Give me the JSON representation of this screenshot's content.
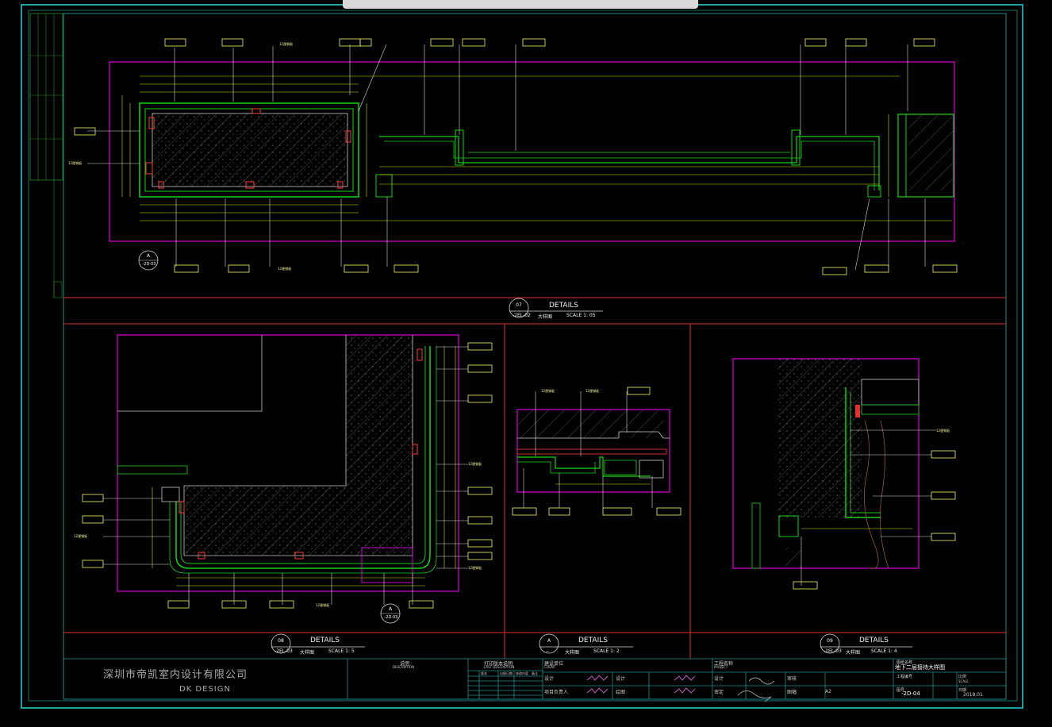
{
  "drawing": {
    "company_name": "深圳市帝凯室内设计有限公司",
    "brand": "DK  DESIGN",
    "details_word": "DETAILS",
    "callout_label": "12厘钢板",
    "details": [
      {
        "number": "07",
        "ref": "-2EL-02",
        "name": "大样图",
        "scale": "SCALE 1:  05"
      },
      {
        "number": "08",
        "ref": "-2EL-03",
        "name": "大样图",
        "scale": "SCALE 1:  5"
      },
      {
        "number": "A",
        "ref": "--",
        "name": "大样图",
        "scale": "SCALE 1:  2"
      },
      {
        "number": "09",
        "ref": "-2EL-03",
        "name": "大样图",
        "scale": "SCALE 1:  4"
      }
    ],
    "section_marker": {
      "letter": "A",
      "ref": "-2D-03"
    },
    "section_marker_2": {
      "letter": "A",
      "ref": "-2D-03"
    }
  },
  "title_block": {
    "notes_title": "说明",
    "notes_sub": "DESCRIPTION",
    "revision_title": "打印版本说明",
    "revision_sub": "LAST DESCRIPTION",
    "client_label": "建设单位",
    "client_sub": "CLIENT",
    "project_label": "工程名称",
    "project_sub": "PROJECT",
    "drawing_name_label": "图纸名称",
    "drawing_name_sub": "DRAWING",
    "drawing_name": "地下二层接待大样图",
    "design_label": "设计",
    "check_label": "审核",
    "manager_label": "项目负责人",
    "draw_label": "绘图",
    "scale_label": "比例",
    "scale_sub": "SCALE",
    "project_no_label": "工程编号",
    "project_no_sub": "PROJECT NO.",
    "drawing_no_label": "图号",
    "drawing_no_sub": "DRAWING NO.",
    "drawing_no": "-2D-04",
    "date_label": "日期",
    "date_sub": "DATE",
    "date": "2018.01",
    "size_label": "图幅",
    "size": "A2",
    "proof_label": "审定",
    "rev_cols": [
      "版本",
      "出图日期",
      "修改内容",
      "备注"
    ]
  },
  "colors": {
    "frame": "#1e9e9e",
    "outline_magenta": "#ff00ff",
    "outline_green": "#19d219",
    "divider_red": "#e23030",
    "dimension": "#d9d900",
    "callout_box": "#f3f36a",
    "background": "#000000"
  }
}
